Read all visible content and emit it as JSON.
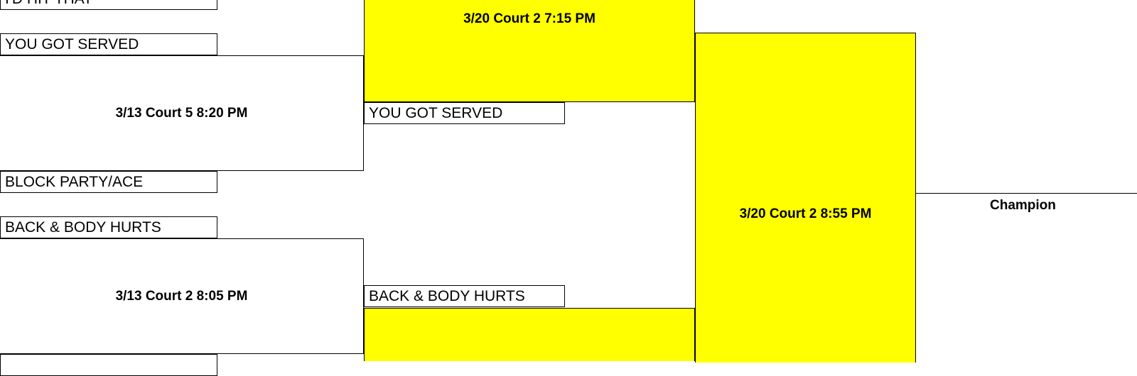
{
  "colors": {
    "highlight": "#ffff00",
    "line": "#000000"
  },
  "round1": {
    "teams": [
      "I'D HIT THAT",
      "YOU GOT SERVED",
      "BLOCK PARTY/ACE",
      "BACK & BODY HURTS",
      ""
    ],
    "matches": [
      "3/13 Court 5 8:20 PM",
      "3/13 Court 2 8:05 PM"
    ]
  },
  "round2": {
    "teams": [
      "YOU GOT SERVED",
      "BACK & BODY HURTS"
    ],
    "matches": [
      "3/20 Court 2 7:15 PM"
    ]
  },
  "final": {
    "match": "3/20 Court 2 8:55 PM",
    "champion_label": "Champion"
  }
}
